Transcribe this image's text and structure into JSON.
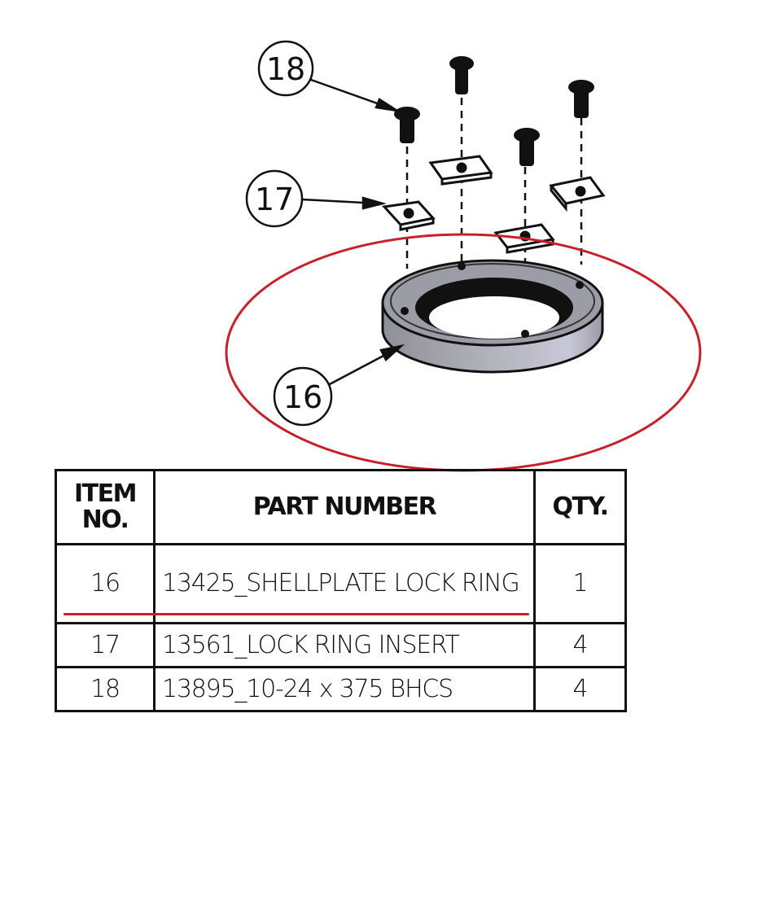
{
  "balloons": {
    "b16": "16",
    "b17": "17",
    "b18": "18"
  },
  "bom": {
    "headers": {
      "item_no": "ITEM NO.",
      "part_number": "PART NUMBER",
      "qty": "QTY."
    },
    "rows": [
      {
        "item": "16",
        "part": "13425_SHELLPLATE LOCK RING",
        "qty": "1"
      },
      {
        "item": "17",
        "part": "13561_LOCK RING INSERT",
        "qty": "4"
      },
      {
        "item": "18",
        "part": "13895_10-24 x 375 BHCS",
        "qty": "4"
      }
    ]
  },
  "colors": {
    "highlight": "#c8202a",
    "ring": "#a9a9b4"
  }
}
